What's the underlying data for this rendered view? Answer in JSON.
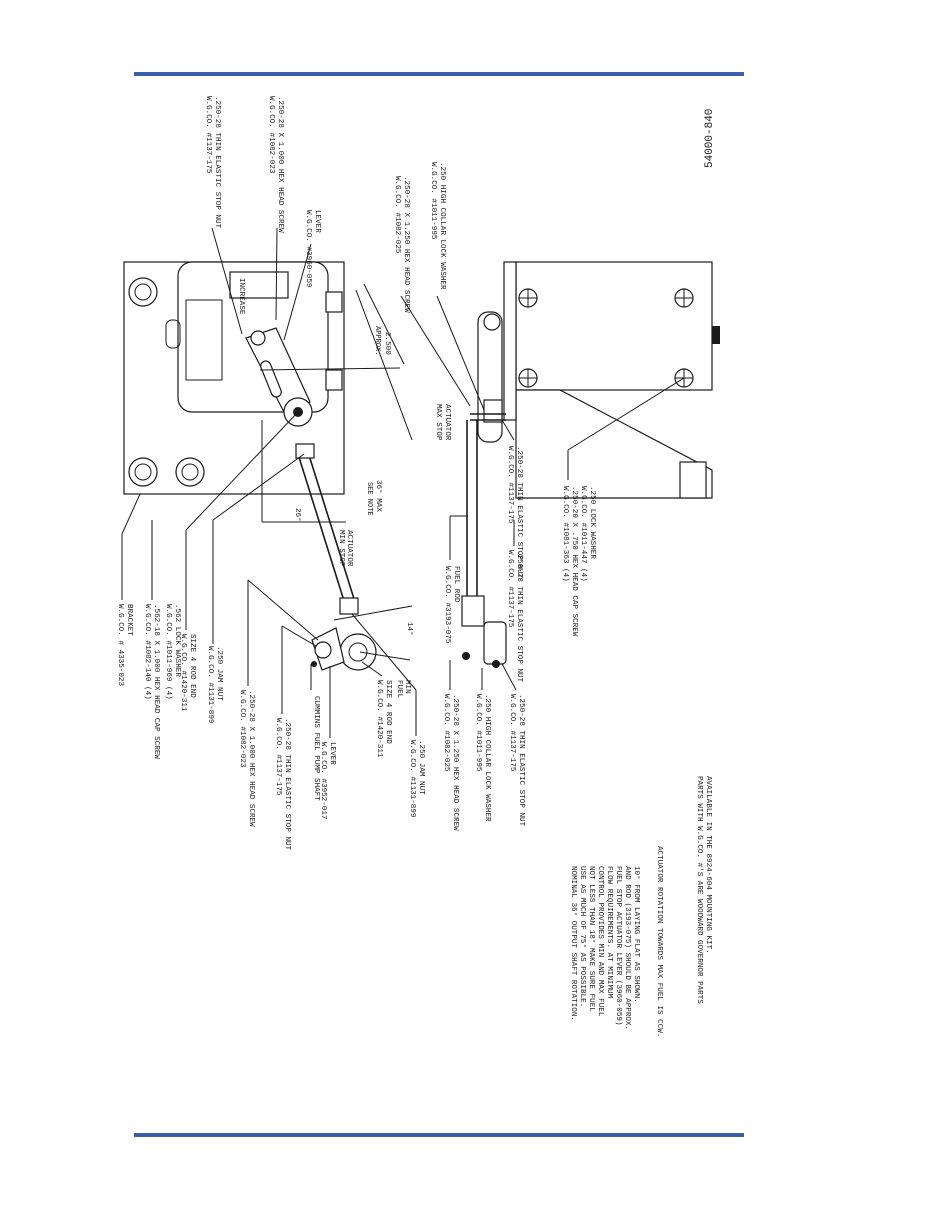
{
  "figure_id": "54000-840",
  "colors": {
    "rule": "#3a5fa8",
    "ink": "#1a1a1a"
  },
  "top_callouts": [
    {
      "line1": ".250-28 THIN ELASTIC STOP NUT",
      "line2": "W.G.CO. #1137-175"
    },
    {
      "line1": ".250-28 X 1.000 HEX HEAD SCREW",
      "line2": "W.G.CO. #1082-023"
    },
    {
      "line1": "LEVER",
      "line2": "W.G.CO. #3960-059"
    }
  ],
  "side_callouts": [
    {
      "line1": ".250-28 X 1.250 HEX HEAD SCREW",
      "line2": "W.G.CO. #1082-025"
    },
    {
      "line1": ".250 HIGH COLLAR LOCK WASHER",
      "line2": "W.G.CO. #1011-995"
    }
  ],
  "left_callouts": [
    {
      "line1": "BRACKET",
      "line2": "W.G.CO. # 4335-023"
    },
    {
      "line1": ".562-18 X 1.000 HEX HEAD CAP SCREW",
      "line2": "W.G.CO. #1082-140 (4)",
      "line3": ".562 LOCK WASHER",
      "line4": "W.G.CO. #1011-969 (4)"
    },
    {
      "line1": "SIZE 4 ROD END",
      "line2": "W.G.CO. #1420-311"
    },
    {
      "line1": ".250 JAM NUT",
      "line2": "W.G.CO. #1131-899"
    },
    {
      "line1": ".250-28 X 1.000 HEX HEAD SCREW",
      "line2": "W.G.CO. #1082-023"
    },
    {
      "line1": ".250-28 THIN ELASTIC STOP NUT",
      "line2": "W.G.CO. #1137-175"
    },
    {
      "line1": "CUMMINS FUEL PUMP SHAFT"
    },
    {
      "line1": "LEVER",
      "line2": "W.G.CO. #3952-017"
    },
    {
      "line1": "SIZE 4 ROD END",
      "line2": "W.G.CO. #1420-311"
    },
    {
      "line1": ".250 JAM NUT",
      "line2": "W.G.CO. #1131-899"
    },
    {
      "line1": ".250-28 X 1.250 HEX HEAD SCREW",
      "line2": "W.G.CO. #1082-025"
    },
    {
      "line1": ".250 HIGH COLLAR LOCK WASHER",
      "line2": "W.G.CO. #1011-995"
    },
    {
      "line1": ".250-28 THIN ELASTIC STOP NUT",
      "line2": "W.G.CO. #1137-175"
    }
  ],
  "dimensions": {
    "approx": "2.500",
    "approx_word": "APPROX.",
    "angle_26": "26°",
    "angle_36": "36° MAX",
    "see_note": "SEE NOTE",
    "angle_14": "14°"
  },
  "markers": {
    "increase": "INCREASE",
    "actuator_min": "ACTUATOR",
    "actuator_min2": "MIN STOP",
    "actuator_max": "ACTUATOR",
    "actuator_max2": "MAX STOP",
    "min_fuel": "MIN",
    "min_fuel2": "FUEL"
  },
  "fuel_rod": {
    "line1": "FUEL ROD",
    "line2": "W.G.CO. #3193-075"
  },
  "mid_callouts": [
    {
      "line1": ".250-28 THIN ELASTIC STOP NUT",
      "line2": "W.G.CO. #1137-175"
    },
    {
      "line1": ".250-28 THIN ELASTIC STOP NUT",
      "line2": "W.G.CO. #1137-175"
    }
  ],
  "base_callout": {
    "line1": ".250-20 X .750 HEX HEAD CAP SCREW",
    "line2": "W.G.CO. #1081-363 (4)",
    "line3": ".250 LOCK WASHER",
    "line4": "W.G.CO. #1011-447 (4)"
  },
  "notes": [
    "NOMINAL 36° OUTPUT SHAFT ROTATION.",
    "USE AS MUCH OF 75° AS POSSIBLE.",
    "NOT LESS THAN 18° MAKE SURE FUEL",
    "CONTROL PROVIDES MIN AND MAX FUEL",
    "FLOW REQUIREMENTS.  AT MINIMUM",
    "FUEL STOP ACTUATOR LEVER (3960-059)",
    "AND ROD (3193-075) SHOULD BE APPROX.",
    "10° FROM LAYING FLAT AS SHOWN."
  ],
  "rotation_note": "ACTUATOR ROTATION TOWARDS MAX FUEL IS CCW.",
  "parts_note": [
    "PARTS WITH W.G.CO. #'S ARE WOODWARD GOVERNOR PARTS",
    "AVAILABLE IN THE 8924-604 MOUNTING KIT."
  ]
}
